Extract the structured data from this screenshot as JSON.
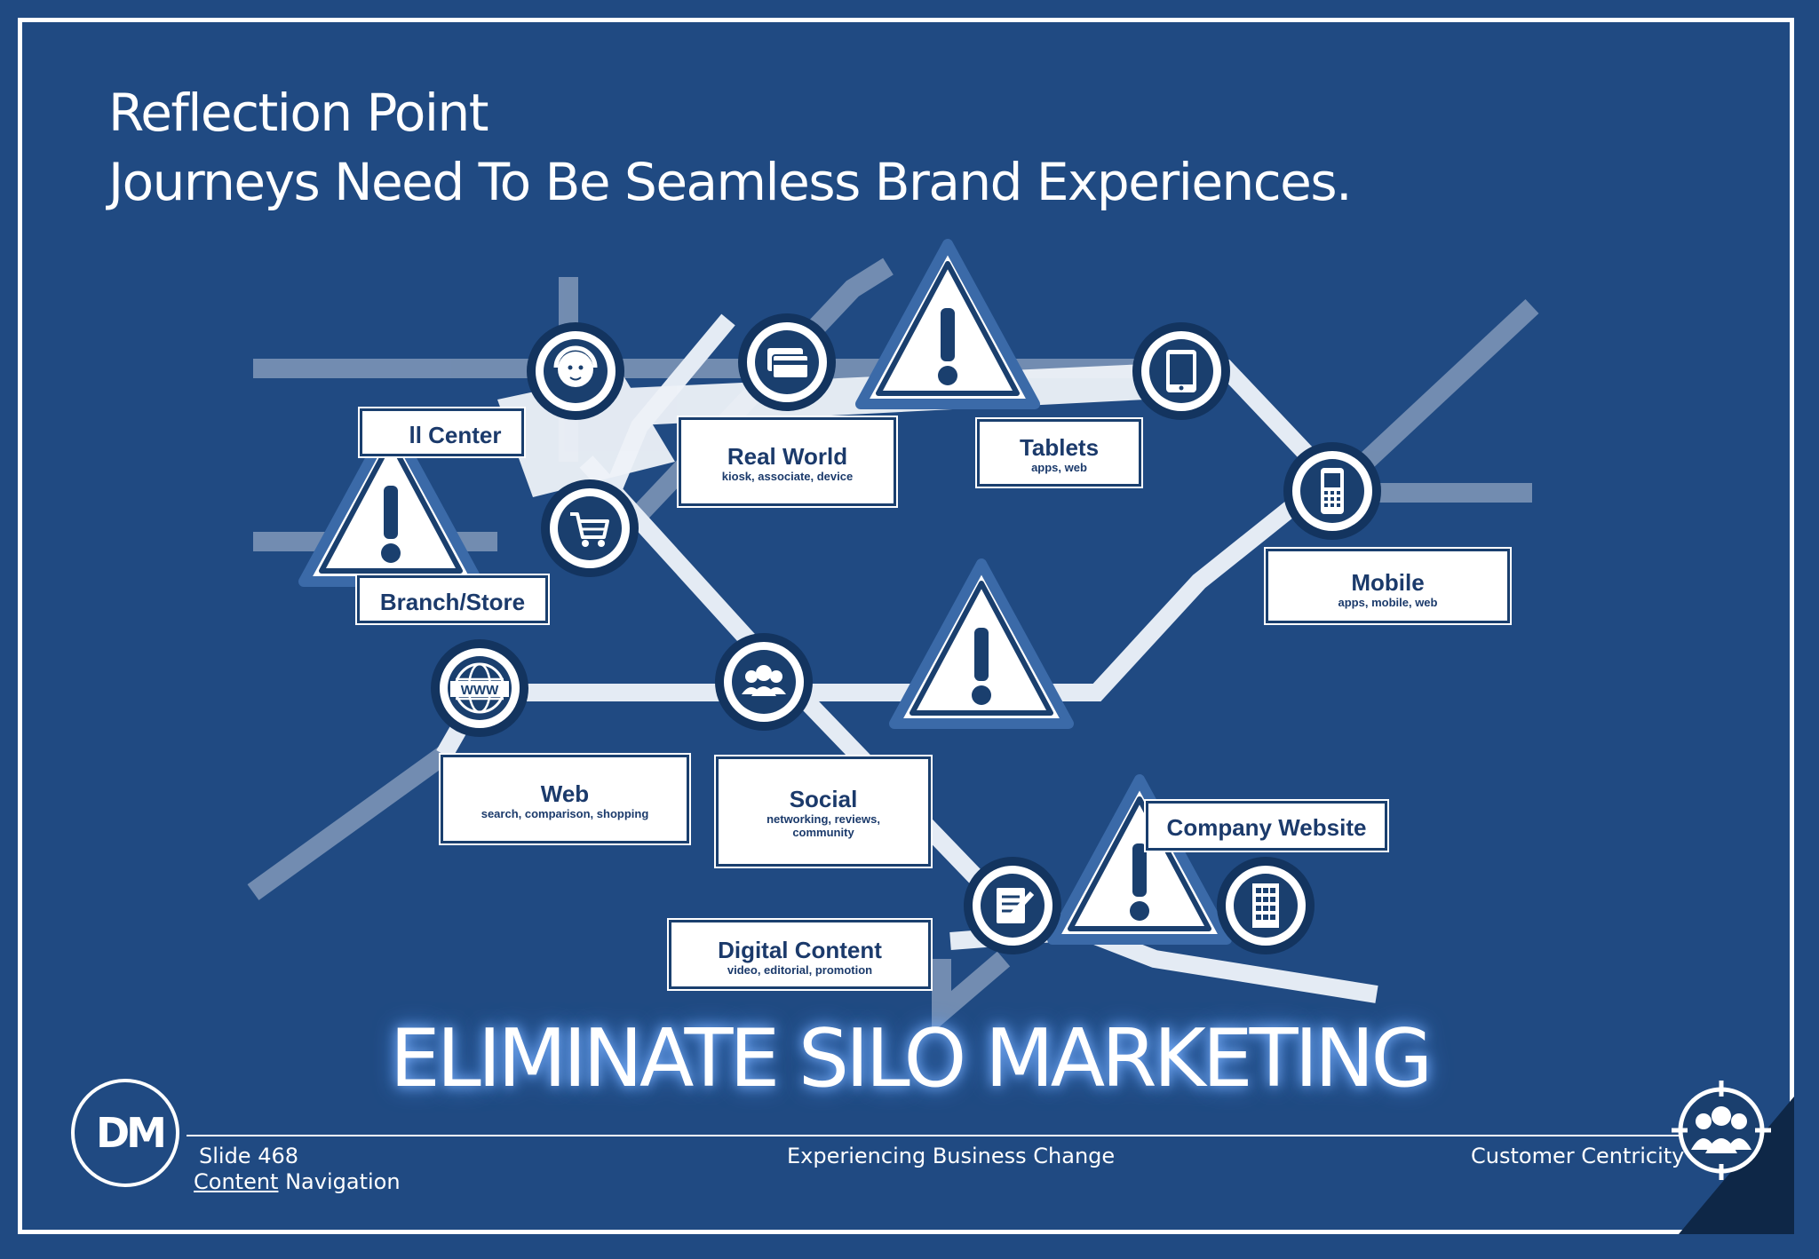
{
  "header": {
    "title_line1": "Reflection Point",
    "title_line2": "Journeys Need To Be Seamless Brand Experiences."
  },
  "diagram": {
    "nodes": [
      {
        "label": "ll Center",
        "sub": "",
        "icon": "headset-agent-icon"
      },
      {
        "label": "Branch/Store",
        "sub": "",
        "icon": "shopping-cart-icon"
      },
      {
        "label": "Real World",
        "sub": "kiosk, associate, device",
        "icon": "credit-card-icon"
      },
      {
        "label": "Tablets",
        "sub": "apps, web",
        "icon": "tablet-icon"
      },
      {
        "label": "Mobile",
        "sub": "apps, mobile, web",
        "icon": "mobile-phone-icon"
      },
      {
        "label": "Web",
        "sub": "search, comparison, shopping",
        "icon": "globe-www-icon",
        "icon_text": "WWW"
      },
      {
        "label": "Social",
        "sub": "networking, reviews, community",
        "icon": "people-group-icon"
      },
      {
        "label": "Company Website",
        "sub": "",
        "icon": "office-building-icon"
      },
      {
        "label": "Digital Content",
        "sub": "video, editorial, promotion",
        "icon": "editorial-notepad-icon"
      }
    ],
    "warning_icon": "warning-triangle-icon"
  },
  "banner": {
    "text": "ELIMINATE SILO MARKETING"
  },
  "footer": {
    "logo_text": "DM",
    "slide_number": "Slide 468",
    "nav_link": "Content",
    "nav_text": "Navigation",
    "center_text": "Experiencing Business Change",
    "right_text": "Customer Centricity",
    "right_icon": "customer-target-icon"
  },
  "colors": {
    "background": "#204a82",
    "road": "#b7c4d6",
    "white": "#ffffff",
    "navy": "#1a3f6e"
  }
}
